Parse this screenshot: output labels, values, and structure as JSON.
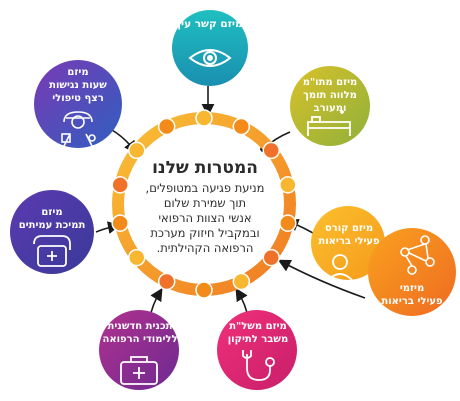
{
  "center": {
    "title": "המטרות שלנו",
    "body": "מניעת פגיעה במטופלים,\nתוך שמירת שלום\nאנשי הצוות הרפואי\nובמקביל חיזוק מערכת\nהרפואה הקהילתית.",
    "ring_colors": [
      "#f7b731",
      "#f38b1a",
      "#f0722a"
    ]
  },
  "nodes": [
    {
      "id": "eye-contact",
      "label": "מיזם קשר עין",
      "icon": "eye-icon",
      "color": "#1ba9b6"
    },
    {
      "id": "escort",
      "label": "מיזם מתו\"מ\nמלווה תומך\nומעורב",
      "icon": "hospital-bed-icon",
      "color": "#b9b52a"
    },
    {
      "id": "course",
      "label": "מיזם קורס\nפעילי בריאות",
      "icon": "person-icon",
      "color": "#f7a920"
    },
    {
      "id": "health-activists",
      "label": "מיזמי\nפעילי בריאות",
      "icon": "network-icon",
      "color": "#f58a1f"
    },
    {
      "id": "crisis",
      "label": "מיזם משל\"ת\nמשבר לתיקון",
      "icon": "stethoscope-icon",
      "color": "#e8267a"
    },
    {
      "id": "students",
      "label": "תכנית חדשנית\nללימודי הרפואה",
      "icon": "medical-kit-icon",
      "color": "#9b2a8a"
    },
    {
      "id": "peer-support",
      "label": "מיזם\nתמיכת עמיתים",
      "icon": "phone-icon",
      "color": "#4a3aa0"
    },
    {
      "id": "hours",
      "label": "מיזם\nשעות נגישות\nרצף טיפולי",
      "icon": "doctor-icon",
      "color": "#4a3ab0"
    }
  ]
}
